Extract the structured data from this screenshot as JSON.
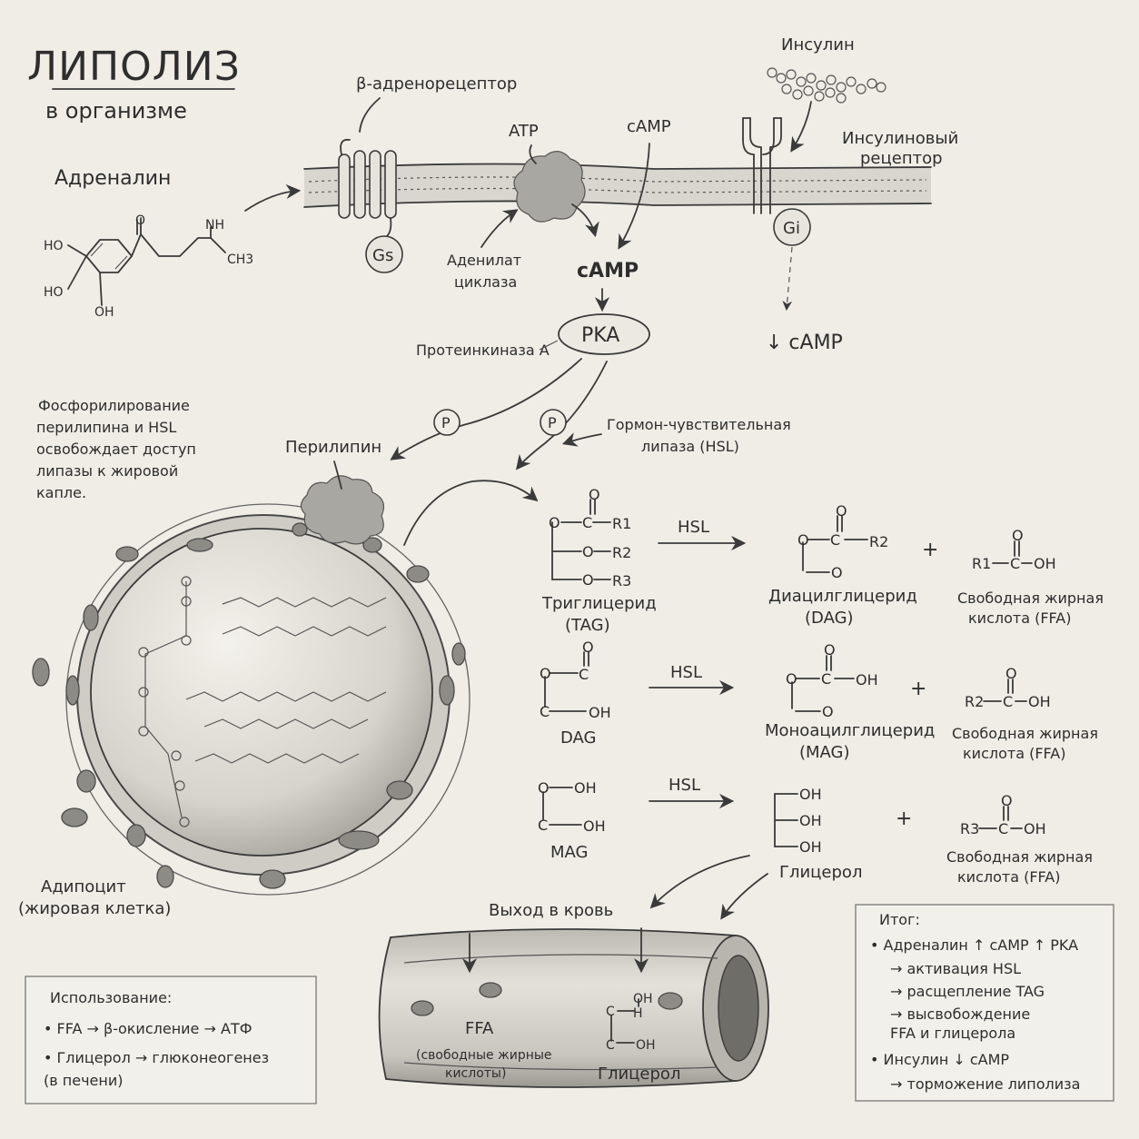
{
  "title": "ЛИПОЛИЗ",
  "subtitle": "в организме",
  "adrenaline": {
    "label": "Адреналин",
    "groups": [
      "HO",
      "HO",
      "OH",
      "O",
      "NH",
      "CH3"
    ]
  },
  "membrane": {
    "beta_receptor": "β-адренорецептор",
    "gs": "Gs",
    "atp": "ATP",
    "camp_top": "cAMP",
    "adenylate_cyclase": [
      "Аденилат",
      "циклаза"
    ],
    "camp_mid": "cAMP",
    "insulin": "Инсулин",
    "insulin_receptor": [
      "Инсулиновый",
      "рецептор"
    ],
    "gi": "Gi",
    "camp_down": "↓ cAMP"
  },
  "pka": {
    "label": "PKA",
    "name": "Протеинкиназа A",
    "phospho": "P"
  },
  "note": [
    "Фосфорилирование",
    "перилипина и HSL",
    "освобождает доступ",
    "липазы к жировой",
    "капле."
  ],
  "perilipin": "Перилипин",
  "hsl_enzyme": [
    "Гормон-чувствительная",
    "липаза  (HSL)"
  ],
  "adipocyte": [
    "Адипоцит",
    "(жировая клетка)"
  ],
  "reactions": [
    {
      "substrate": [
        "Триглицерид",
        "(TAG)"
      ],
      "substrate_groups": [
        "O",
        "O",
        "C",
        "R1",
        "O",
        "R2",
        "O",
        "R3"
      ],
      "enzyme": "HSL",
      "product": [
        "Диацилглицерид",
        "(DAG)"
      ],
      "product_groups": [
        "O",
        "O",
        "C",
        "R2",
        "O"
      ],
      "plus": "+",
      "acid": [
        "Свободная жирная",
        "кислота  (FFA)"
      ],
      "acid_groups": [
        "R1",
        "C",
        "O",
        "OH"
      ]
    },
    {
      "substrate": [
        "DAG"
      ],
      "substrate_groups": [
        "O",
        "O",
        "C",
        "C",
        "OH"
      ],
      "enzyme": "HSL",
      "product": [
        "Моноацилглицерид",
        "(MAG)"
      ],
      "product_groups": [
        "O",
        "C",
        "O",
        "OH",
        "O"
      ],
      "plus": "+",
      "acid": [
        "Свободная жирная",
        "кислота  (FFA)"
      ],
      "acid_groups": [
        "R2",
        "C",
        "O",
        "OH"
      ]
    },
    {
      "substrate": [
        "MAG"
      ],
      "substrate_groups": [
        "O",
        "OH",
        "C",
        "OH"
      ],
      "enzyme": "HSL",
      "product": [
        "Глицерол"
      ],
      "product_groups": [
        "OH",
        "OH",
        "OH"
      ],
      "plus": "+",
      "acid": [
        "Свободная жирная",
        "кислота  (FFA)"
      ],
      "acid_groups": [
        "R3",
        "C",
        "O",
        "OH"
      ]
    }
  ],
  "blood": {
    "title": "Выход в кровь",
    "ffa": [
      "FFA",
      "(свободные жирные",
      "кислоты)"
    ],
    "glycerol": "Глицерол",
    "glycerol_groups": [
      "C",
      "C",
      "OH",
      "H",
      "OH"
    ]
  },
  "usage": {
    "title": "Использование:",
    "items": [
      "•  FFA → β-окисление → АТФ",
      "•  Глицерол → глюконеогенез",
      "    (в печени)"
    ]
  },
  "summary": {
    "title": "Итог:",
    "items": [
      "•  Адреналин ↑ cAMP ↑ PKA",
      "→  активация HSL",
      "→  расщепление TAG",
      "→  высвобождение",
      "     FFA и глицерола",
      "•  Инсулин ↓ cAMP",
      "→  торможение липолиза"
    ]
  }
}
